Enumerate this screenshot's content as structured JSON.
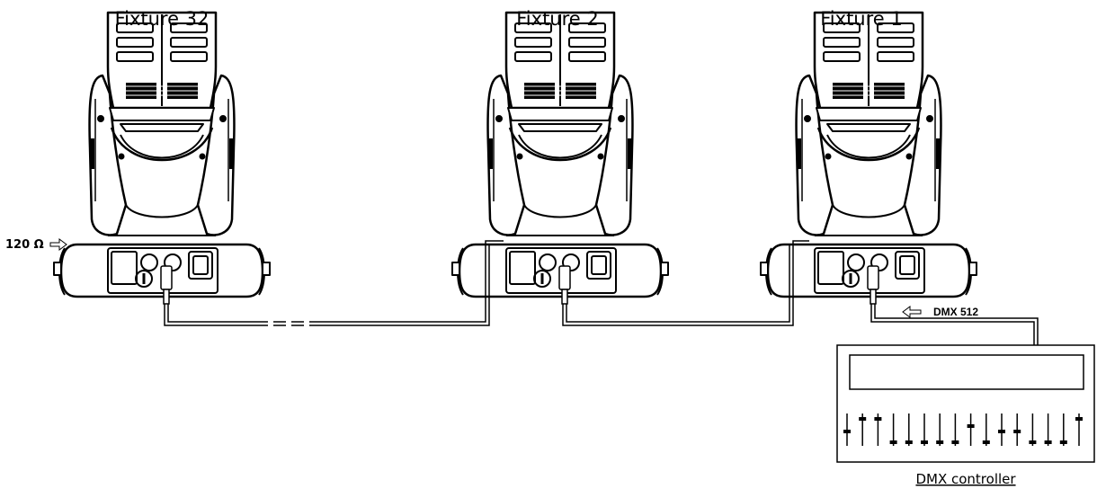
{
  "fixtures": [
    {
      "label": "Fixture 32"
    },
    {
      "label": "Fixture 2"
    },
    {
      "label": "Fixture 1"
    }
  ],
  "terminator": {
    "label": "120 Ω"
  },
  "signal": {
    "label": "DMX 512"
  },
  "controller": {
    "label": "DMX controller",
    "fader_count": 16
  }
}
